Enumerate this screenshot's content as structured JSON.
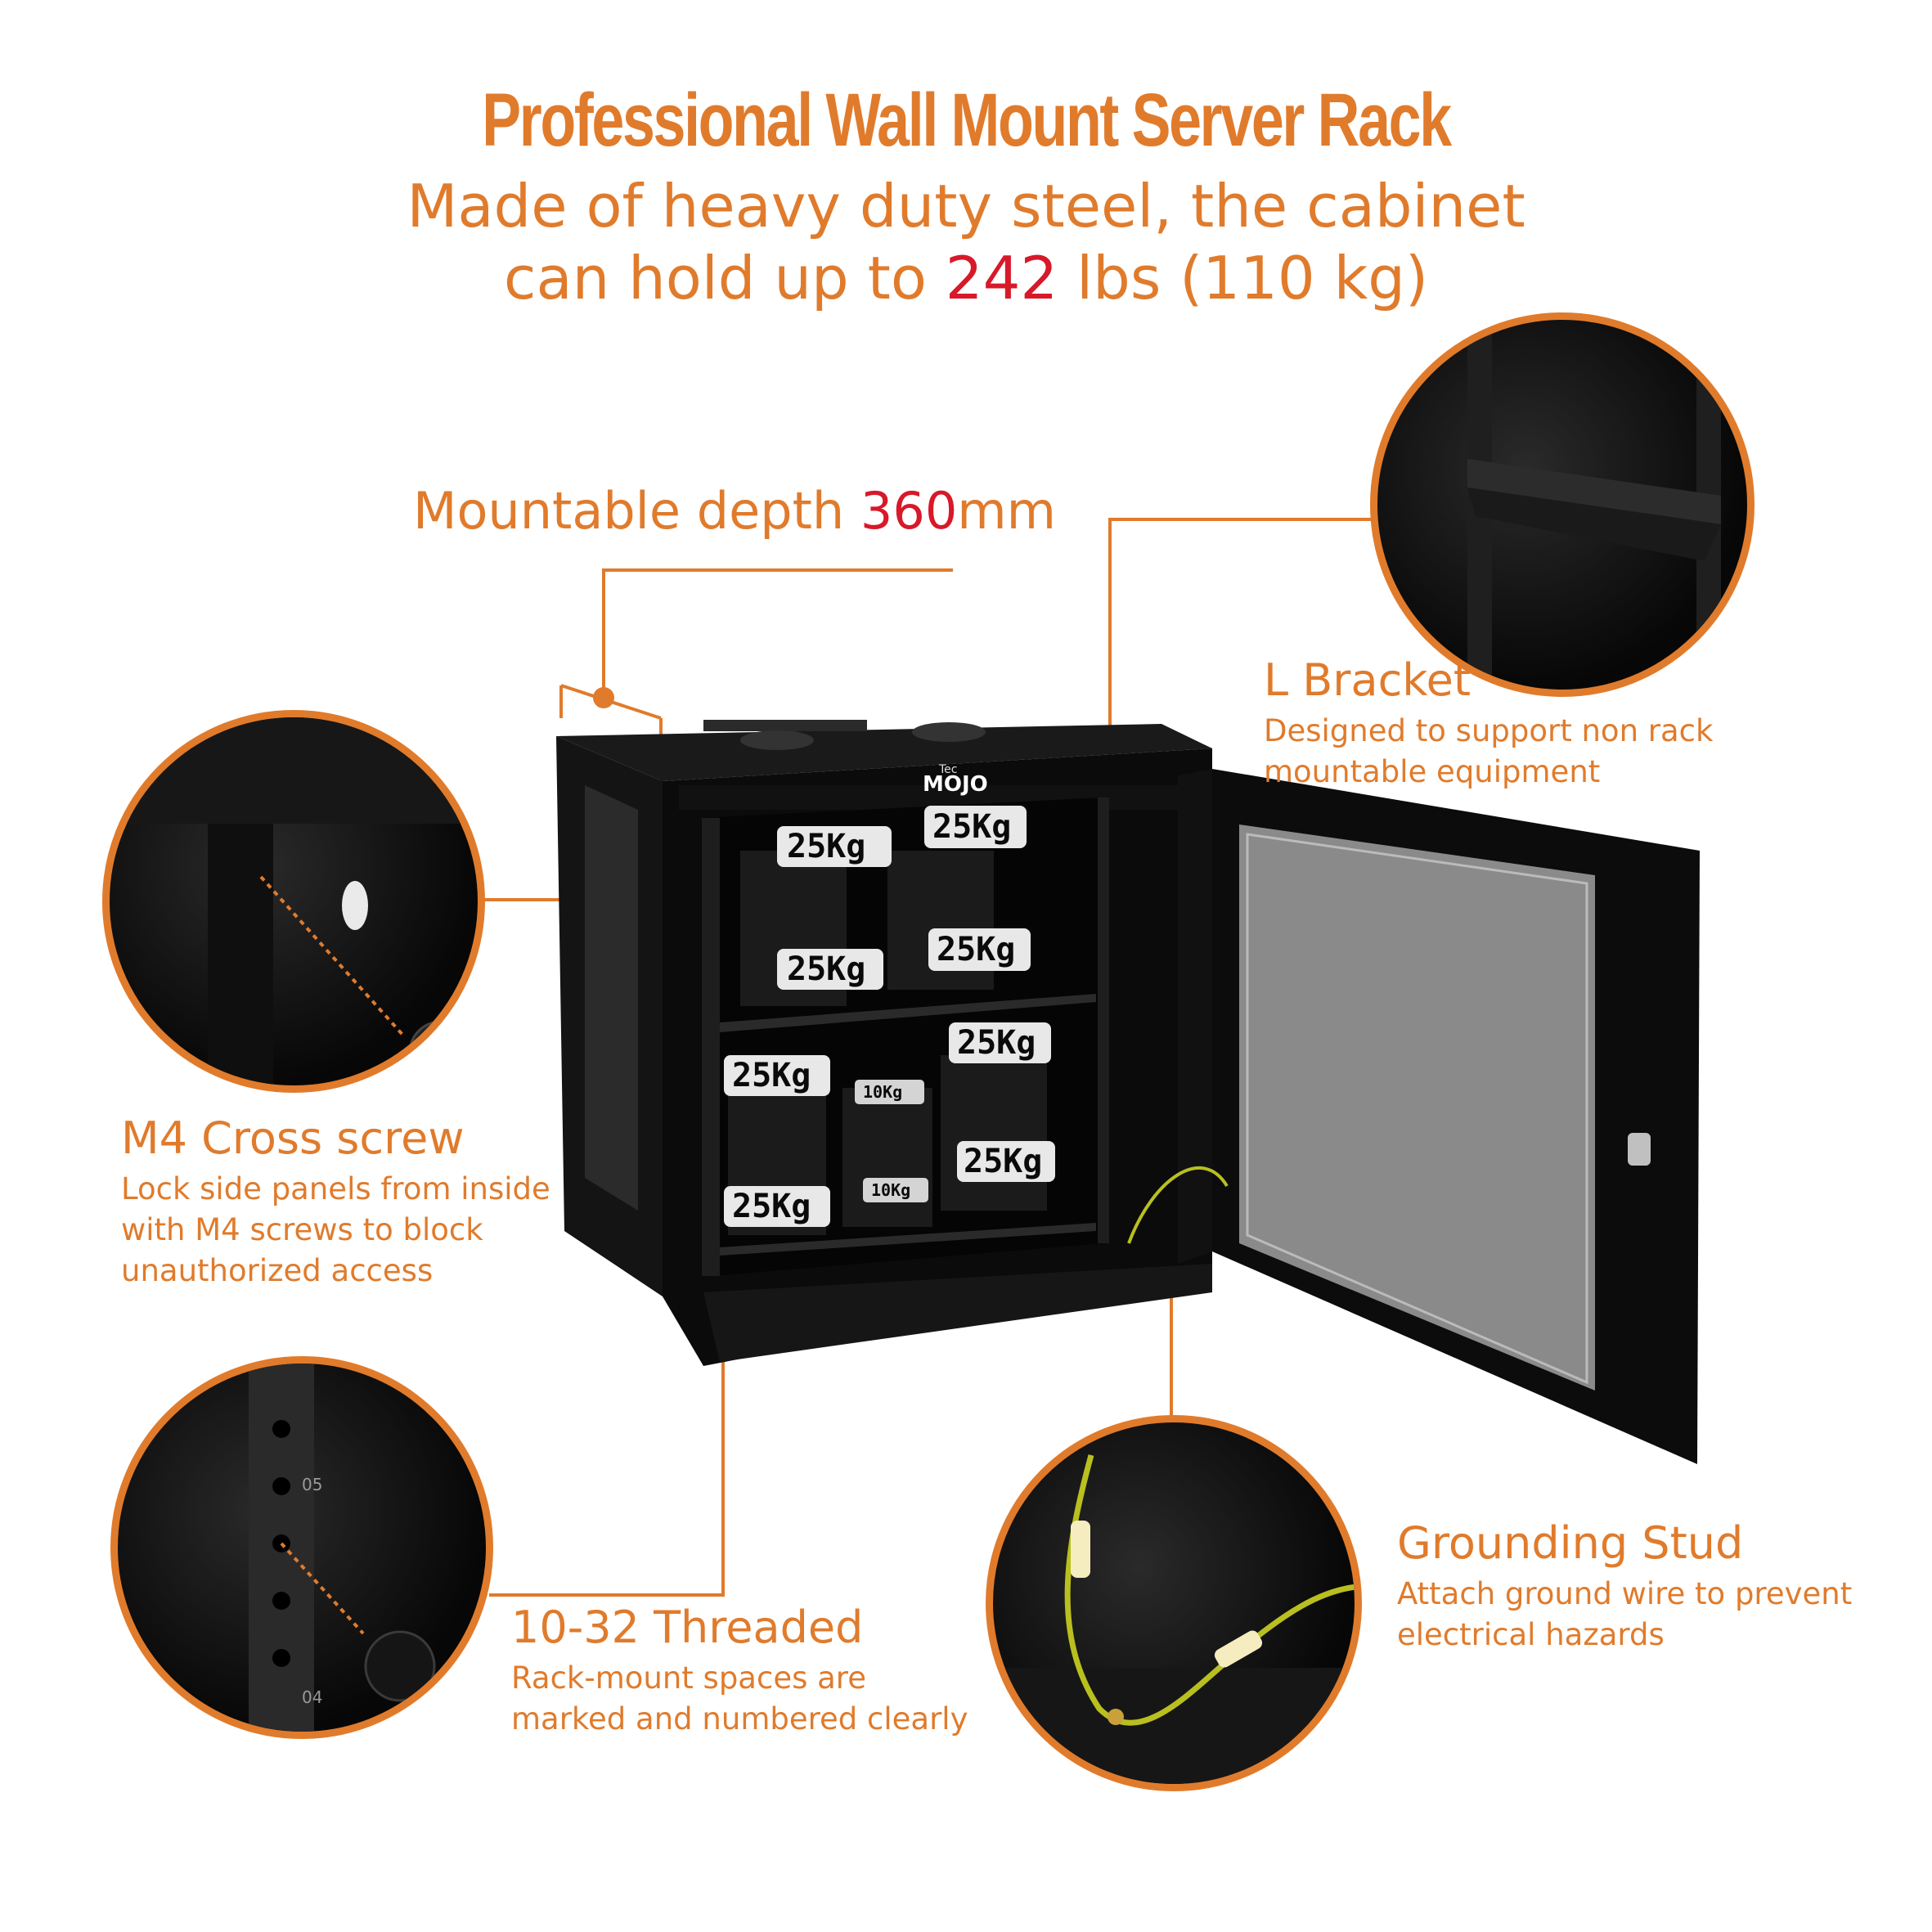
{
  "header": {
    "title": "Professional Wall Mount Server Rack",
    "subtitle_line1": "Made of heavy duty steel, the cabinet",
    "subtitle_line2_pre": "can hold up to ",
    "subtitle_line2_num": "242",
    "subtitle_line2_post": " lbs (110 kg)"
  },
  "depth": {
    "label_pre": "Mountable depth ",
    "label_num": "360",
    "label_unit": "mm"
  },
  "cabinet": {
    "brand_small": "Tec",
    "brand": "MOJO",
    "weights": [
      "25Kg",
      "25Kg",
      "25Kg",
      "25Kg",
      "25Kg",
      "25Kg",
      "25Kg",
      "25Kg",
      "10Kg",
      "10Kg"
    ]
  },
  "features": {
    "l_bracket": {
      "title": "L Bracket",
      "desc_line1": "Designed to support non rack",
      "desc_line2": "mountable equipment"
    },
    "m4_screw": {
      "title": "M4 Cross screw",
      "desc_line1": "Lock side panels from inside",
      "desc_line2": "with M4 screws to block",
      "desc_line3": "unauthorized access"
    },
    "threaded": {
      "title": "10-32 Threaded",
      "desc_line1": "Rack-mount spaces are",
      "desc_line2": "marked and numbered clearly",
      "rail_labels": [
        "05",
        "04"
      ]
    },
    "grounding": {
      "title": "Grounding Stud",
      "desc_line1": "Attach ground wire to prevent",
      "desc_line2": "electrical hazards"
    }
  },
  "colors": {
    "accent": "#e07b2c",
    "highlight": "#d7192a",
    "cabinet": "#0b0b0b"
  }
}
